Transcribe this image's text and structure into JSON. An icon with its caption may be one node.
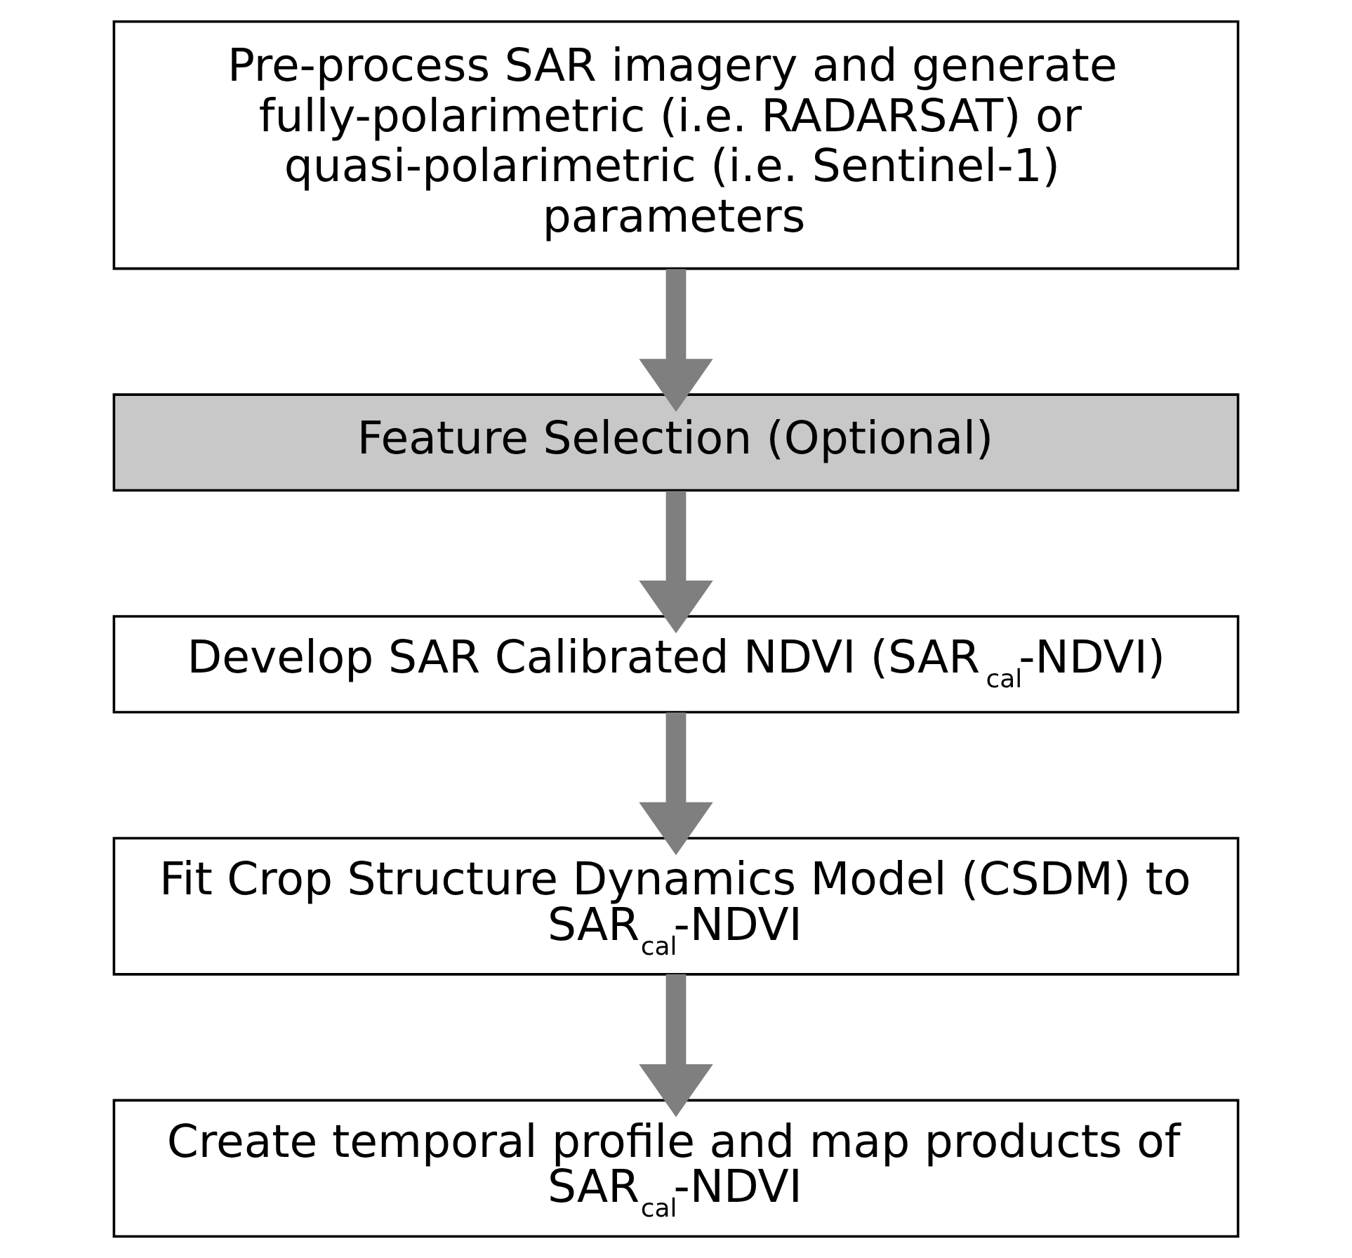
{
  "diagram": {
    "nodes": [
      {
        "text": [
          "Pre-process SAR imagery and generate fully-polarimetric (i.e. RADARSAT) or quasi-polarimetric (i.e. Sentinel-1) parameters"
        ]
      },
      {
        "text": [
          "Feature Selection (Optional)"
        ]
      },
      {
        "text": [
          "Develop SAR Calibrated NDVI (SAR$_{cal}$-NDVI)"
        ]
      },
      {
        "text": [
          "Fit Crop Structure Dynamics Model (CSDM) to SAR$_{cal}$-NDVI"
        ]
      },
      {
        "text": [
          "Create temporal profile and map products of SAR$_{cal}$-NDVI"
        ]
      }
    ],
    "edges": [
      {
        "from": 0,
        "to": 1,
        "arrow": "to"
      },
      {
        "from": 1,
        "to": 2,
        "arrow": "to"
      },
      {
        "from": 2,
        "to": 3,
        "arrow": "to"
      },
      {
        "from": 3,
        "to": 4,
        "arrow": "to"
      }
    ]
  }
}
